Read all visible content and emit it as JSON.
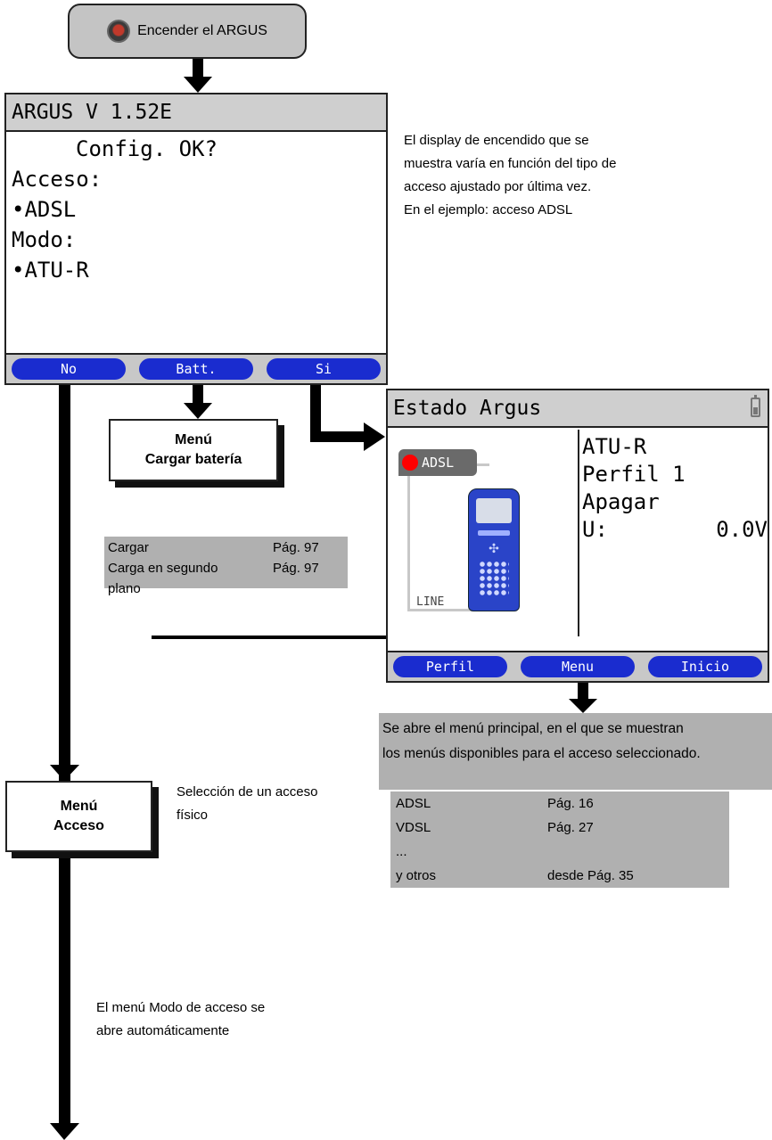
{
  "start_button": {
    "label": "Encender el ARGUS",
    "icon": "power-button-icon"
  },
  "screen1": {
    "title": "ARGUS V 1.52E",
    "lines": [
      "Config.  OK?",
      "Acceso:",
      "•ADSL",
      "Modo:",
      "•ATU-R"
    ],
    "softkeys": [
      "No",
      "Batt.",
      "Si"
    ]
  },
  "note_display": [
    "El display de encendido que se",
    "muestra varía en función del tipo de",
    "acceso ajustado por última vez.",
    "En el ejemplo: acceso ADSL"
  ],
  "menu_battery": {
    "title": "Menú",
    "subtitle": "Cargar batería"
  },
  "battery_table": [
    {
      "item": "Cargar",
      "page": "Pág. 97"
    },
    {
      "item": "Carga en segundo",
      "page": "Pág. 97"
    },
    {
      "item": "plano",
      "page": ""
    }
  ],
  "screen2": {
    "title": "Estado Argus",
    "adsl_tag": "ADSL",
    "line_label": "LINE",
    "info": [
      "ATU-R",
      "Perfil 1",
      "Apagar"
    ],
    "voltage_label": "U:",
    "voltage_value": "0.0V",
    "softkeys": [
      "Perfil",
      "Menu",
      "Inicio"
    ]
  },
  "main_menu_note": [
    "Se abre el menú principal, en el que se muestran",
    "los menús disponibles para el acceso seleccionado."
  ],
  "access_note": [
    "Selección de un acceso",
    "físico"
  ],
  "menu_access": {
    "title": "Menú",
    "subtitle": "Acceso"
  },
  "access_table": [
    {
      "item": "ADSL",
      "page": "Pág. 16"
    },
    {
      "item": "VDSL",
      "page": "Pág. 27"
    },
    {
      "item": "...",
      "page": ""
    },
    {
      "item": "y otros",
      "page": "desde Pág. 35"
    }
  ],
  "mode_note": [
    "El menú Modo de acceso se",
    "abre automáticamente"
  ],
  "colors": {
    "softkey": "#1a2ccf",
    "titlebar": "#cfcfcf",
    "note_box": "#b0b0b0",
    "device": "#2a44c8"
  }
}
